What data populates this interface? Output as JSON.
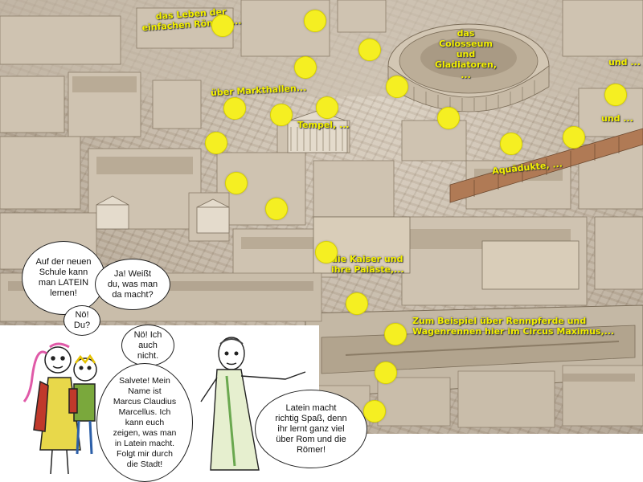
{
  "labels": {
    "leben": "das Leben der\neinfachen Römer, ...",
    "colosseum": "das\nColosseum\nund\nGladiatoren,\n...",
    "und1": "und ...",
    "markthallen": "über Markthallen...",
    "und2": "und ...",
    "tempel": "Tempel, ...",
    "aquadukte": "Aquädukte, ...",
    "kaiser": "die Kaiser und\nihre Paläste,...",
    "circus": "Zum Beispiel über Rennpferde und\nWagenrennen hier im Circus Maximus,..."
  },
  "bubbles": {
    "schule": "Auf der neuen\nSchule kann\nman LATEIN\nlernen!",
    "weisst": "Ja! Weißt\ndu, was man\nda macht?",
    "noe_du": "Nö!\nDu?",
    "noe_ich": "Nö! Ich\nauch\nnicht.",
    "salvete": "Salvete! Mein\nName ist\nMarcus Claudius\nMarcellus. Ich\nkann euch\nzeigen, was man\nin Latein macht.\nFolgt mir durch\ndie Stadt!",
    "latein_spass": "Latein macht\nrichtig Spaß, denn\nihr lernt ganz viel\nüber Rom und die\nRömer!"
  },
  "colors": {
    "label_yellow": "#f4f000",
    "dot_yellow": "#f5ef22",
    "girl_dress": "#e8d84a",
    "boy_shirt": "#7aa83c",
    "toga": "#e6efcf"
  }
}
